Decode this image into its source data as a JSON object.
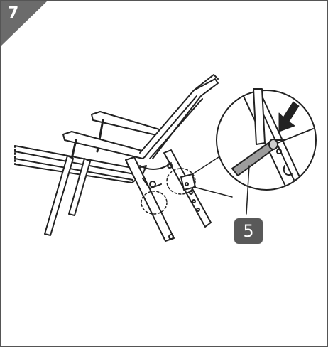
{
  "step": {
    "number": "7"
  },
  "callout": {
    "part_number": "5"
  },
  "colors": {
    "tab_fill": "#6b6b6b",
    "label_fill": "#595959",
    "line": "#222222"
  },
  "icons": {
    "arrow": "push-arrow-icon",
    "detail": "magnifier-circle"
  }
}
